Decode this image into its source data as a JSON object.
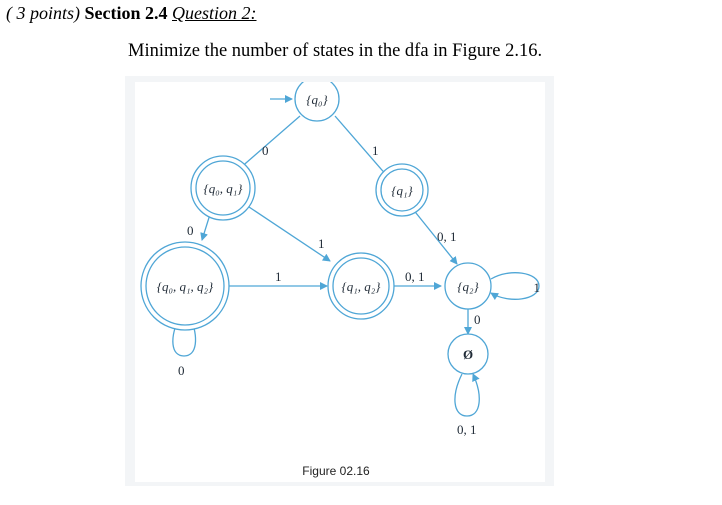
{
  "header": {
    "points": "( 3 points)",
    "section": "Section 2.4",
    "question": "Question 2:"
  },
  "prompt": "Minimize the number of states in the dfa in Figure 2.16.",
  "figure": {
    "caption": "Figure 02.16",
    "states": {
      "q0": "{q₀}",
      "q1": "{q₁}",
      "q0q1": "{q₀, q₁}",
      "q0q1q2": "{q₀, q₁, q₂}",
      "q1q2": "{q₁, q₂}",
      "q2": "{q₂}",
      "empty": "Ø"
    },
    "transitions": {
      "q0_to_q0q1": "0",
      "q0_to_q1": "1",
      "q0q1_to_q0q1q2": "0",
      "q0q1_to_q1q2": "1",
      "q1_to_q2": "0, 1",
      "q0q1q2_to_q1q2": "1",
      "q1q2_to_q2": "0, 1",
      "q2_loop": "1",
      "q2_to_empty": "0",
      "q0q1q2_loop": "0",
      "empty_loop": "0, 1"
    },
    "colors": {
      "state_stroke": "#4fa6d6",
      "edge_stroke": "#4fa6d6",
      "label": "#1f2a36"
    }
  }
}
